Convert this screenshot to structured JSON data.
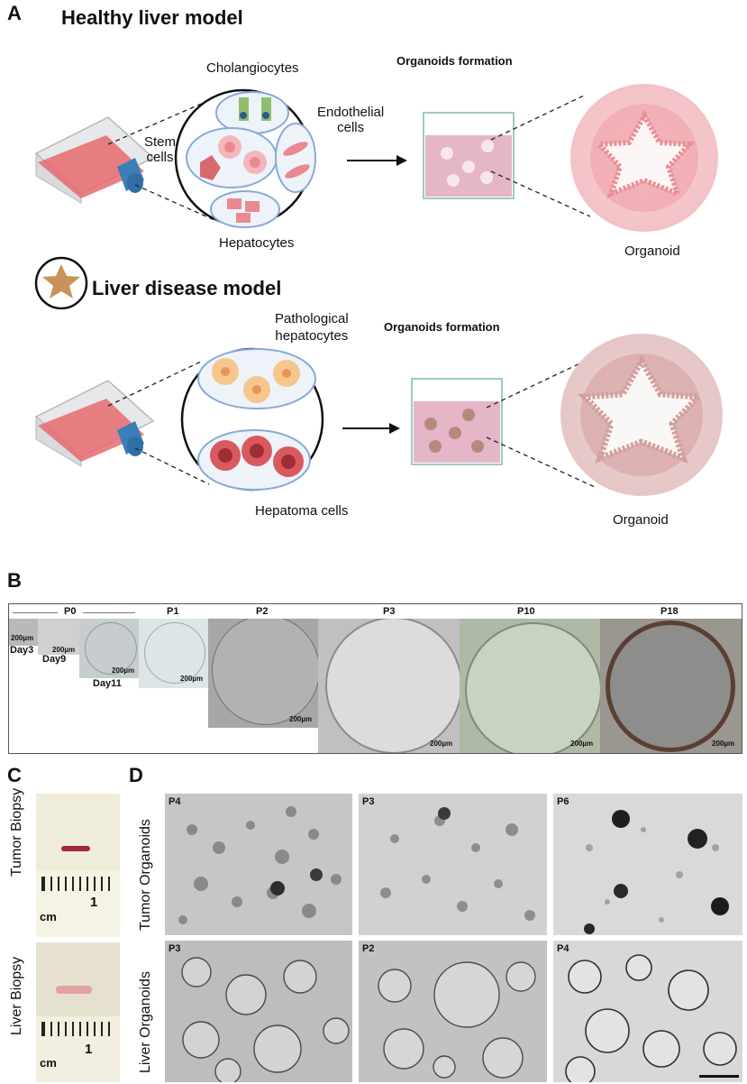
{
  "panelA": {
    "letter": "A",
    "healthy": {
      "title": "Healthy liver model",
      "cell_labels": {
        "cholangiocytes": "Cholangiocytes",
        "endothelial": "Endothelial\ncells",
        "stem": "Stem\ncells",
        "hepatocytes": "Hepatocytes"
      },
      "formation": "Organoids formation",
      "organoid": "Organoid"
    },
    "disease": {
      "title": "Liver disease model",
      "cell_labels": {
        "pathological": "Pathological\nhepatocytes",
        "hepatoma": "Hepatoma cells"
      },
      "formation": "Organoids formation",
      "organoid": "Organoid"
    }
  },
  "panelB": {
    "letter": "B",
    "passages": [
      "P0",
      "P1",
      "P2",
      "P3",
      "P10",
      "P18"
    ],
    "days": [
      "Day3",
      "Day9",
      "Day11"
    ],
    "scale_label": "200µm"
  },
  "panelC": {
    "letter": "C",
    "rows": [
      {
        "label": "Tumor Biopsy",
        "ruler_unit": "cm",
        "ruler_mark": "1"
      },
      {
        "label": "Liver Biopsy",
        "ruler_unit": "cm",
        "ruler_mark": "1"
      }
    ]
  },
  "panelD": {
    "letter": "D",
    "rows": [
      {
        "label": "Tumor Organoids",
        "tiles": [
          "P4",
          "P3",
          "P6"
        ]
      },
      {
        "label": "Liver Organoids",
        "tiles": [
          "P3",
          "P2",
          "P4"
        ]
      }
    ]
  },
  "colors": {
    "pink": "#e88a8f",
    "medium_pink": "#e4b6c8",
    "flask_blue": "#3a7fb8",
    "circle_stroke": "#8aa9d6",
    "tan_star": "#c8935a"
  }
}
